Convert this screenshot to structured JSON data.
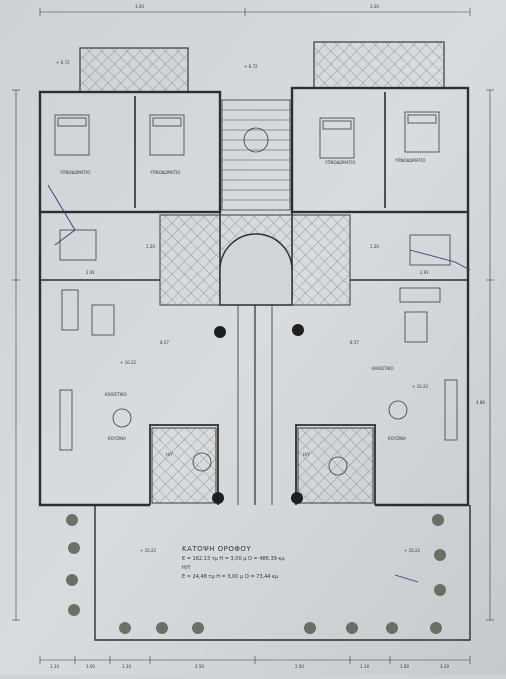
{
  "plan": {
    "rooms": [
      {
        "label": "ΥΠΝΟΔΩΜΑΤΙΟ"
      },
      {
        "label": "ΥΠΝΟΔΩΜΑΤΙΟ"
      },
      {
        "label": "ΥΠΝΟΔΩΜΑΤΙΟ"
      },
      {
        "label": "ΥΠΝΟΔΩΜΑΤΙΟ"
      },
      {
        "label": "ΚΑΘΙΣΤΙΚΟ"
      },
      {
        "label": "ΚΑΘΙΣΤΙΚΟ"
      },
      {
        "label": "ΚΟΥΖΙΝΑ"
      },
      {
        "label": "ΚΟΥΖΙΝΑ"
      },
      {
        "label": "Η/Υ"
      },
      {
        "label": "Η/Υ"
      }
    ],
    "summary": {
      "title": "ΚΑΤΟΨΗ ΟΡΟΦΟΥ",
      "line1": "Ε = 162,13 τμ  Η = 3,00 μ  Ο = 486,39 κμ",
      "line2": "Η/Υ",
      "line3": "Ε = 24,48 τμ  Η = 3,00 μ  Ο = 73,44 κμ"
    },
    "levels": [
      {
        "value": "+ 6.72"
      },
      {
        "value": "+ 6.72"
      },
      {
        "value": "+ 10.22"
      },
      {
        "value": "+ 10.22"
      },
      {
        "value": "+ 10.22"
      },
      {
        "value": "+ 10.22"
      }
    ],
    "dims_top": [
      {
        "value": "3.20"
      },
      {
        "value": "3.20"
      }
    ],
    "dims_bottom": [
      {
        "value": "1.14"
      },
      {
        "value": "1.00"
      },
      {
        "value": "1.14"
      },
      {
        "value": "2.50"
      },
      {
        "value": "2.50"
      },
      {
        "value": "1.14"
      },
      {
        "value": "1.00"
      },
      {
        "value": "3.29"
      }
    ],
    "dims_mid": [
      {
        "value": "2.91"
      },
      {
        "value": "1.20"
      },
      {
        "value": "1.20"
      },
      {
        "value": "2.91"
      },
      {
        "value": "8.57"
      },
      {
        "value": "8.57"
      },
      {
        "value": "4.89"
      }
    ],
    "colors": {
      "paper": "#d4d7da",
      "line": "#3a3a3a",
      "hatch": "#6a6a6a"
    }
  }
}
